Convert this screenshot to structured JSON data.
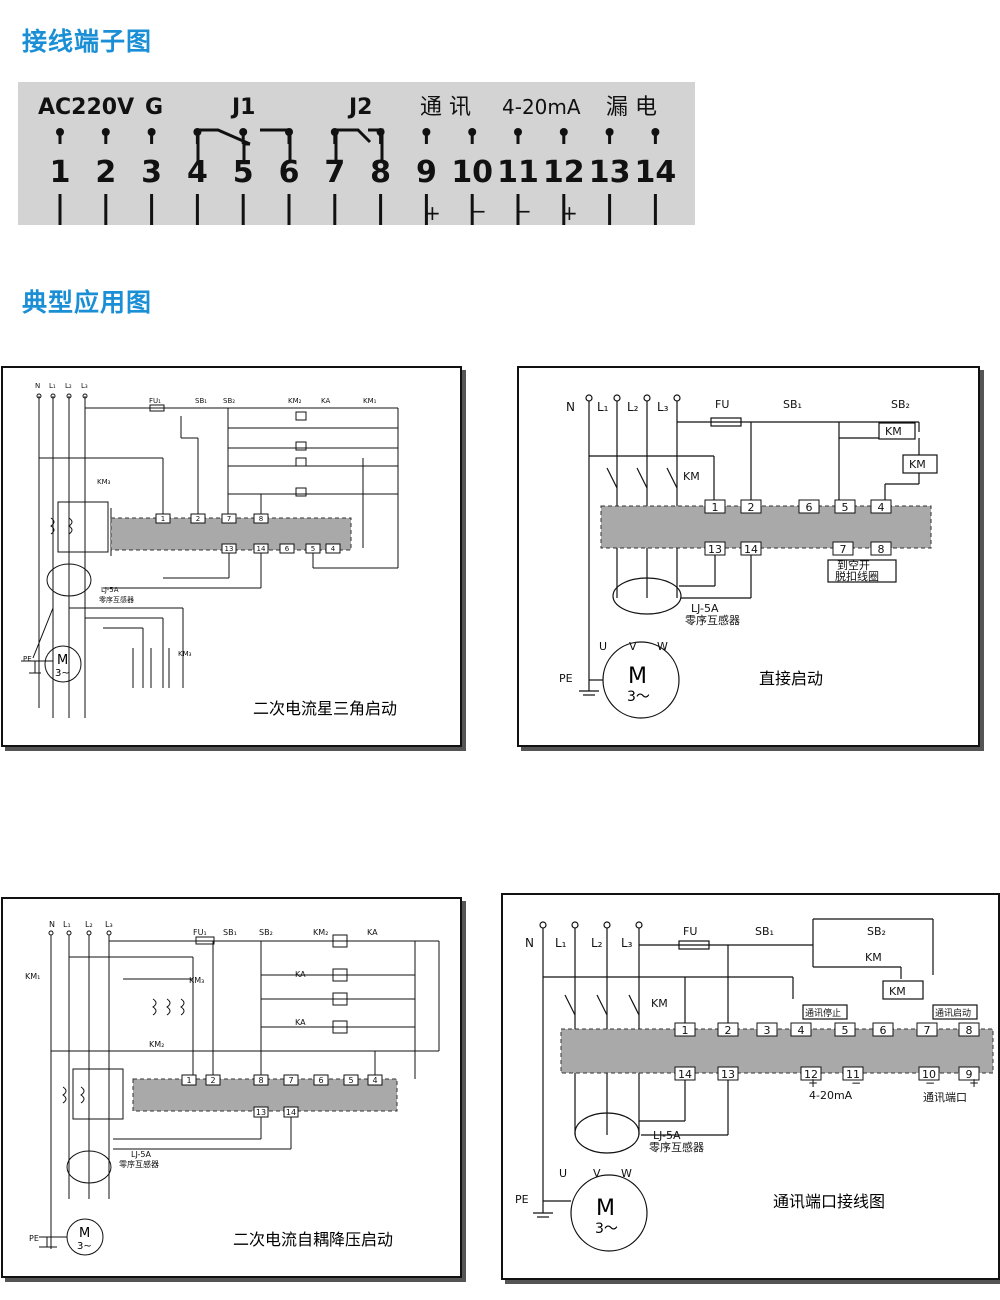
{
  "sections": {
    "terminal_title": "接线端子图",
    "application_title": "典型应用图"
  },
  "terminal_strip": {
    "group_labels": {
      "ac220v": "AC220V",
      "g": "G",
      "j1": "J1",
      "j2": "J2",
      "comm": "通 讯",
      "analog": "4-20mA",
      "leak": "漏 电"
    },
    "terminals": [
      "1",
      "2",
      "3",
      "4",
      "5",
      "6",
      "7",
      "8",
      "9",
      "10",
      "11",
      "12",
      "13",
      "14"
    ],
    "polarity": {
      "t9": "+",
      "t10": "−",
      "t11": "−",
      "t12": "+"
    }
  },
  "diagrams": {
    "star_delta": {
      "caption": "二次电流星三角启动",
      "lines": [
        "N",
        "L₁",
        "L₂",
        "L₃"
      ],
      "components": {
        "fu": "FU₁",
        "sb1": "SB₁",
        "sb2": "SB₂",
        "km_main": "KM₁",
        "km_star": "KM₃",
        "km_delta": "KM₂",
        "km_tri": "KM₃",
        "ka": "KA",
        "pe": "PE",
        "ct_name": "LJ-5A",
        "ct_desc": "零序互感器",
        "motor": "M",
        "motor_sub": "3~"
      },
      "terminals_top": [
        "1",
        "2",
        "7",
        "8"
      ],
      "terminals_bottom": [
        "13",
        "14",
        "6",
        "5",
        "4"
      ]
    },
    "direct_start": {
      "caption": "直接启动",
      "lines": [
        "N",
        "L₁",
        "L₂",
        "L₃"
      ],
      "components": {
        "fu": "FU",
        "sb1": "SB₁",
        "sb2": "SB₂",
        "km": "KM",
        "pe": "PE",
        "ct_name": "LJ-5A",
        "ct_desc": "零序互感器",
        "motor": "M",
        "motor_sub": "3～",
        "u": "U",
        "v": "V",
        "w": "W",
        "trip1": "到空开",
        "trip2": "脱扣线圈"
      },
      "terminals_top": [
        "1",
        "2",
        "6",
        "5",
        "4"
      ],
      "terminals_bottom": [
        "13",
        "14",
        "7",
        "8"
      ]
    },
    "auto_transformer": {
      "caption": "二次电流自耦降压启动",
      "lines": [
        "N",
        "L₁",
        "L₂",
        "L₃"
      ],
      "components": {
        "fu": "FU₁",
        "sb1": "SB₁",
        "sb2": "SB₂",
        "km_main": "KM₁",
        "km2": "KM₂",
        "km3": "KM₃",
        "ka": "KA",
        "pe": "PE",
        "ct_name": "LJ-5A",
        "ct_desc": "零序互感器",
        "motor": "M",
        "motor_sub": "3~"
      },
      "terminals_top": [
        "1",
        "2",
        "8",
        "7",
        "6",
        "5",
        "4"
      ],
      "terminals_bottom": [
        "13",
        "14"
      ]
    },
    "comm_port": {
      "caption": "通讯端口接线图",
      "lines": [
        "N",
        "L₁",
        "L₂",
        "L₃"
      ],
      "components": {
        "fu": "FU",
        "sb1": "SB₁",
        "sb2": "SB₂",
        "km": "KM",
        "pe": "PE",
        "ct_name": "LJ-5A",
        "ct_desc": "零序互感器",
        "motor": "M",
        "motor_sub": "3～",
        "u": "U",
        "v": "V",
        "w": "W",
        "comm_stop": "通讯停止",
        "comm_start": "通讯启动",
        "analog": "4-20mA",
        "comm_port": "通讯端口"
      },
      "terminals_top": [
        "1",
        "2",
        "3",
        "4",
        "5",
        "6",
        "7",
        "8"
      ],
      "terminals_bottom": [
        "14",
        "13",
        "12",
        "11",
        "10",
        "9"
      ]
    }
  },
  "colors": {
    "title_blue": "#1a8fd6",
    "strip_gray": "#d3d3d3",
    "module_gray": "#a9a9a9"
  }
}
